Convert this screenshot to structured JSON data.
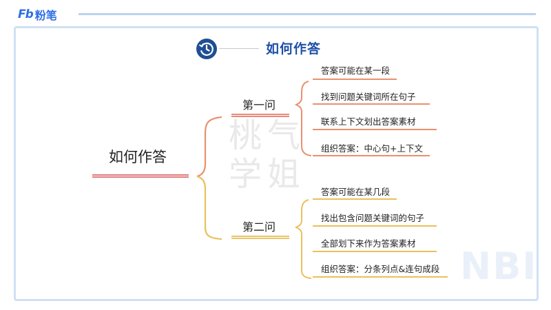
{
  "header": {
    "logo_mark": "Fb",
    "logo_text": "粉笔"
  },
  "page": {
    "title": "如何作答",
    "clock_icon": "clock-history-icon"
  },
  "watermark": {
    "line1": "桃气",
    "line2": "学姐",
    "corner": "NBI"
  },
  "mindmap": {
    "root": "如何作答",
    "branches": [
      {
        "label": "第一问",
        "leaves": [
          "答案可能在某一段",
          "找到问题关键词所在句子",
          "联系上下文划出答案素材",
          "组织答案：中心句+上下文"
        ]
      },
      {
        "label": "第二问",
        "leaves": [
          "答案可能在某几段",
          "找出包含问题关键词的句子",
          "全部划下来作为答案素材",
          "组织答案：分条列点&连句成段"
        ]
      }
    ]
  },
  "colors": {
    "brand": "#2f6fe4",
    "title": "#1d4fa6",
    "branch1": "#e8906f",
    "branch2": "#e9c05a",
    "root_underline": "#e07a7a"
  }
}
